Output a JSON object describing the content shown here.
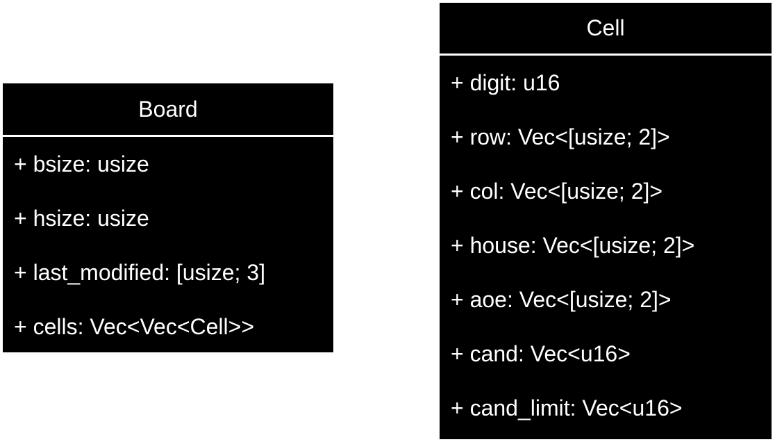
{
  "classes": [
    {
      "id": "board",
      "name": "Board",
      "attributes": [
        "+ bsize: usize",
        "+ hsize: usize",
        "+ last_modified: [usize; 3]",
        "+ cells: Vec<Vec<Cell>>"
      ]
    },
    {
      "id": "cell",
      "name": "Cell",
      "attributes": [
        "+ digit: u16",
        "+ row: Vec<[usize; 2]>",
        "+ col: Vec<[usize; 2]>",
        "+ house: Vec<[usize; 2]>",
        "+ aoe: Vec<[usize; 2]>",
        "+ cand: Vec<u16>",
        "+ cand_limit: Vec<u16>"
      ]
    }
  ],
  "colors": {
    "background": "#ffffff",
    "class_fill": "#000000",
    "text": "#ffffff"
  }
}
